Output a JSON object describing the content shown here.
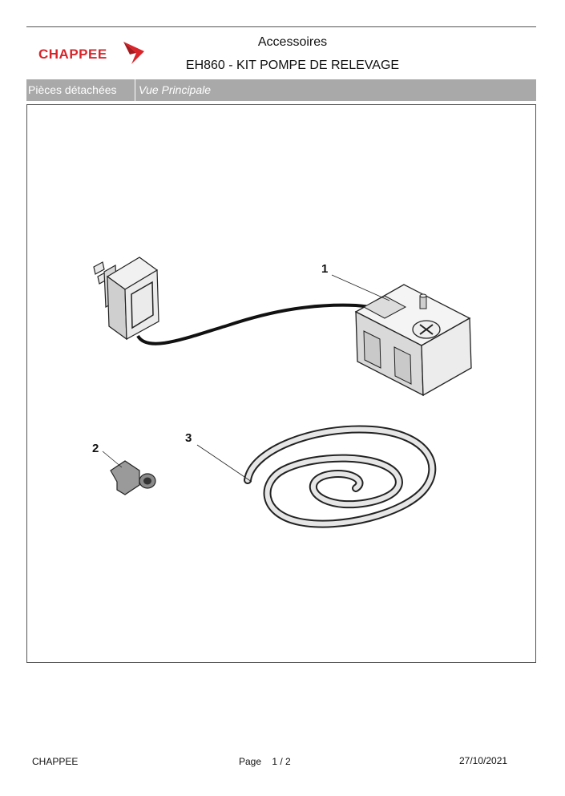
{
  "header": {
    "brand": "CHAPPEE",
    "category": "Accessoires",
    "title": "EH860 - KIT POMPE DE RELEVAGE"
  },
  "section_bar": {
    "left_label": "Pièces détachées",
    "right_label": "Vue Principale"
  },
  "diagram": {
    "callouts": [
      "1",
      "2",
      "3"
    ],
    "parts": [
      "power-adapter",
      "pump-unit",
      "elbow-fitting",
      "coiled-hose"
    ]
  },
  "footer": {
    "company": "CHAPPEE",
    "page_label": "Page",
    "page_number": "1 / 2",
    "date": "27/10/2021"
  },
  "colors": {
    "brand_red": "#d9252a",
    "bar_gray": "#a9a9a9"
  }
}
